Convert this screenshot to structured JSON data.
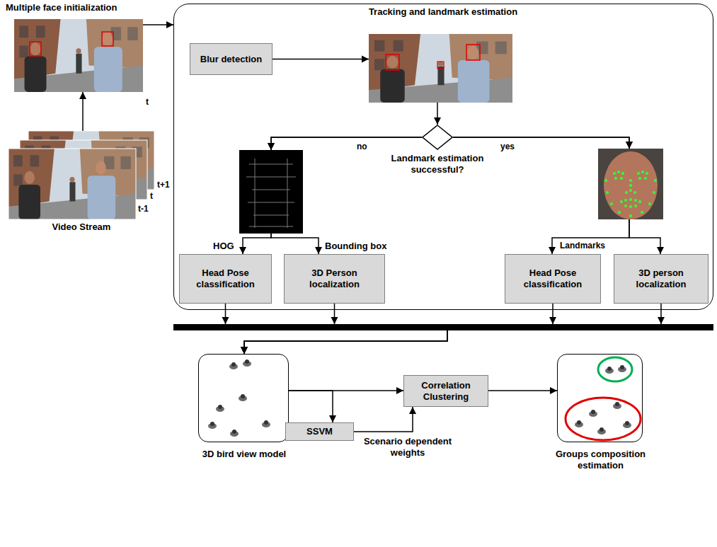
{
  "diagram": {
    "nodes": [
      {
        "text": [
          "Multiple face initialization"
        ]
      },
      {
        "text": [
          "Video Stream"
        ]
      },
      {
        "text": [
          "Tracking and landmark estimation"
        ]
      },
      {
        "text": [
          "Blur detection"
        ],
        "in": 2
      },
      {
        "text": [
          "Landmark estimation successful?"
        ],
        "in": 2
      },
      {
        "text": [
          "Head Pose classification"
        ],
        "in": 2
      },
      {
        "text": [
          "3D Person localization"
        ],
        "in": 2
      },
      {
        "text": [
          "Head Pose classification"
        ],
        "in": 2
      },
      {
        "text": [
          "3D person localization"
        ],
        "in": 2
      },
      {
        "text": [
          "3D bird view model"
        ]
      },
      {
        "text": [
          "Correlation Clustering"
        ]
      },
      {
        "text": [
          "SSVM"
        ]
      },
      {
        "text": [
          "Groups composition estimation"
        ]
      }
    ],
    "edges": [
      {
        "from": 1,
        "to": 0,
        "arrow": "to"
      },
      {
        "from": 0,
        "to": 2,
        "arrow": "to"
      },
      {
        "from": 3,
        "to": 4,
        "arrow": "to"
      },
      {
        "from": 4,
        "to": 5,
        "label": "HOG",
        "arrow": "to"
      },
      {
        "from": 4,
        "to": 6,
        "label": "Bounding box",
        "arrow": "to"
      },
      {
        "from": 4,
        "to": 7,
        "arrow": "to"
      },
      {
        "from": 4,
        "to": 8,
        "arrow": "to"
      },
      {
        "from": 5,
        "to": 9,
        "arrow": "to"
      },
      {
        "from": 6,
        "to": 9,
        "arrow": "to"
      },
      {
        "from": 7,
        "to": 9,
        "arrow": "to"
      },
      {
        "from": 8,
        "to": 9,
        "arrow": "to"
      },
      {
        "from": 9,
        "to": 10,
        "arrow": "to"
      },
      {
        "from": 9,
        "to": 11,
        "arrow": "to"
      },
      {
        "from": 11,
        "to": 10,
        "label": "Scenario dependent weights",
        "arrow": "to"
      },
      {
        "from": 10,
        "to": 12,
        "arrow": "to"
      }
    ],
    "labels": [
      "t",
      "t+1",
      "t",
      "t-1",
      "no",
      "yes",
      "Landmarks"
    ]
  }
}
